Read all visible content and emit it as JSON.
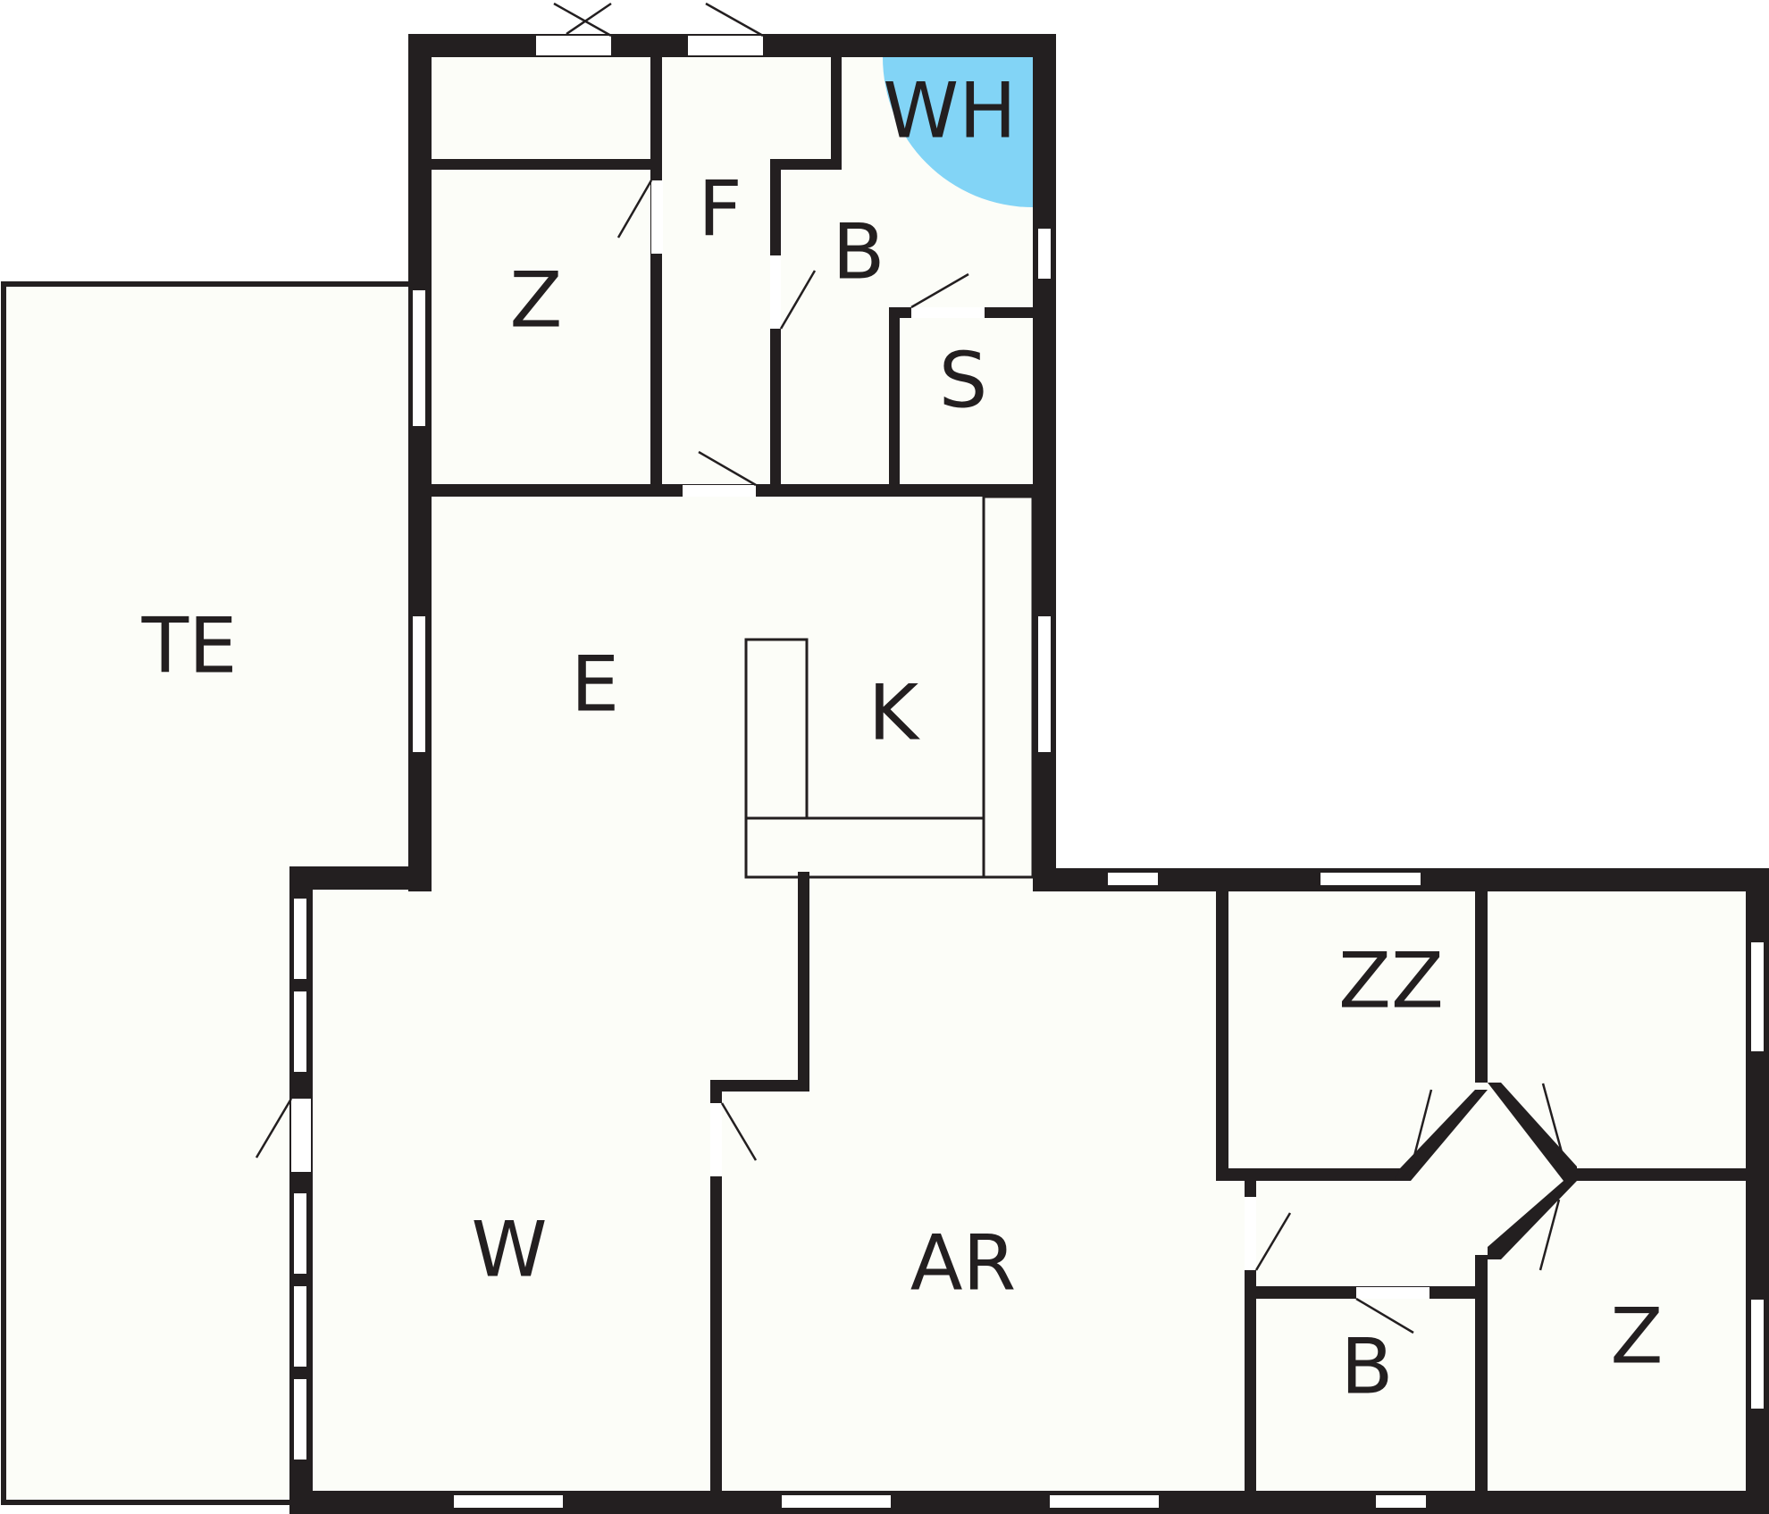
{
  "colors": {
    "wall": "#231f20",
    "floor": "#fcfdf8",
    "window": "#ffffff",
    "shower": "#82d4f6"
  },
  "rooms": {
    "te": "TE",
    "z_top": "Z",
    "f": "F",
    "wh": "WH",
    "b_top": "B",
    "s": "S",
    "e": "E",
    "k": "K",
    "w": "W",
    "ar": "AR",
    "zz": "ZZ",
    "b_bottom": "B",
    "z_bottom": "Z"
  }
}
